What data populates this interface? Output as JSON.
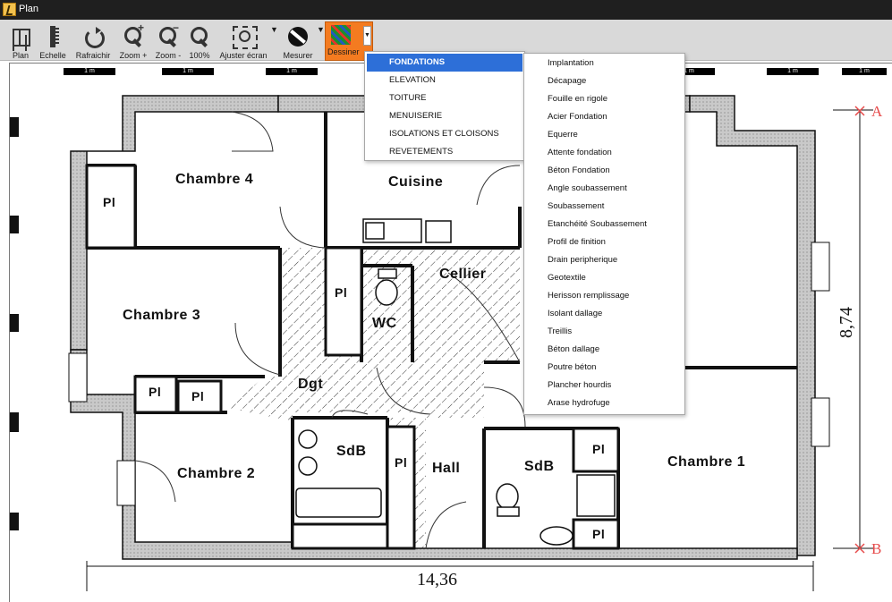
{
  "window": {
    "title": "Plan"
  },
  "toolbar": {
    "plan": "Plan",
    "echelle": "Echelle",
    "rafraichir": "Rafraichir",
    "zoom_in": "Zoom +",
    "zoom_out": "Zoom -",
    "zoom_100": "100%",
    "ajuster": "Ajuster écran",
    "mesurer": "Mesurer",
    "dessiner": "Dessiner",
    "zoom_in_sign": "+",
    "zoom_out_sign": "−"
  },
  "scale_bar": {
    "labels": [
      "1 m",
      "1 m",
      "1 m",
      "1 m",
      "1 m",
      "1 m"
    ]
  },
  "plan": {
    "rooms": {
      "chambre4": "Chambre 4",
      "cuisine": "Cuisine",
      "chambre3": "Chambre 3",
      "cellier": "Cellier",
      "wc": "WC",
      "dgt": "Dgt",
      "chambre2": "Chambre 2",
      "sdb1": "SdB",
      "hall": "Hall",
      "sdb2": "SdB",
      "chambre1": "Chambre 1"
    },
    "placard": "Pl",
    "dimensions": {
      "width": "14,36",
      "height": "8,74"
    },
    "axes": {
      "a": "A",
      "b": "B"
    }
  },
  "menu": {
    "main": [
      "FONDATIONS",
      "ELEVATION",
      "TOITURE",
      "MENUISERIE",
      "ISOLATIONS ET CLOISONS",
      "REVETEMENTS"
    ],
    "active_index": 0,
    "sub": [
      "Implantation",
      "Décapage",
      "Fouille en rigole",
      "Acier Fondation",
      "Equerre",
      "Attente fondation",
      "Béton Fondation",
      "Angle soubassement",
      "Soubassement",
      "Etanchéité Soubassement",
      "Profil de finition",
      "Drain peripherique",
      "Geotextile",
      "Herisson remplissage",
      "Isolant dallage",
      "Treillis",
      "Béton dallage",
      "Poutre béton",
      "Plancher hourdis",
      "Arase hydrofuge"
    ]
  },
  "colors": {
    "accent": "#f47b20",
    "menu_highlight": "#2d6fd8",
    "axis_marker": "#e74b4b"
  }
}
